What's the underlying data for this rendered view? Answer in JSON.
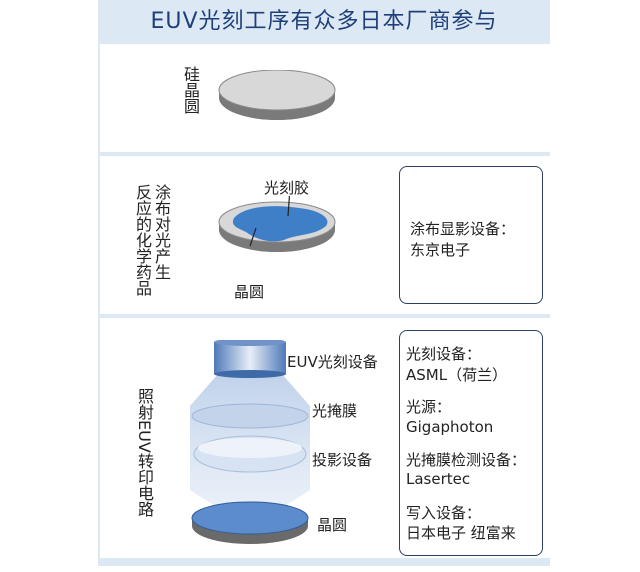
{
  "title": "EUV光刻工序有众多日本厂商参与",
  "section1": {
    "side_label": "硅晶圆"
  },
  "section2": {
    "side_label_col1": "反应的化学药品",
    "side_label_col2": "涂布对光产生",
    "photoresist_label": "光刻胶",
    "wafer_label": "晶圆",
    "box": {
      "line1": "涂布显影设备：",
      "line2": "东京电子"
    }
  },
  "section3": {
    "side_label": "照射EUV转印电路",
    "euv_label": "EUV光刻设备",
    "mask_label": "光掩膜",
    "projection_label": "投影设备",
    "wafer_label": "晶圆",
    "box": [
      {
        "title": "光刻设备：",
        "value": "ASML（荷兰）"
      },
      {
        "title": "光源：",
        "value": "Gigaphoton"
      },
      {
        "title": "光掩膜检测设备：",
        "value": "Lasertec"
      },
      {
        "title": "写入设备：",
        "value": "日本电子 纽富来"
      }
    ]
  },
  "colors": {
    "frame": "#dce8f4",
    "title": "#1f3f7a",
    "box_border": "#2b3f66",
    "resist": "#3f7fc8",
    "wafer_top": "#d8d8d8",
    "wafer_side": "#7a7a7a"
  }
}
